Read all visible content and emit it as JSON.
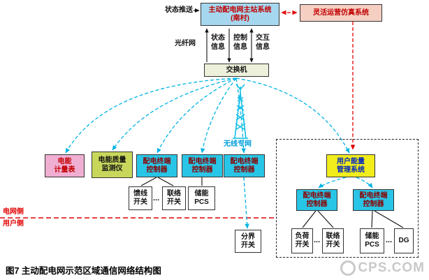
{
  "figure": {
    "caption": "图7 主动配电网示范区域通信网络结构图"
  },
  "watermark": {
    "text": "CPS.COM"
  },
  "colors": {
    "master_bg": "#a5d8ef",
    "simulation_bg": "#f6cfc3",
    "switch_bg": "#edf0da",
    "meter_bg": "#f0aed2",
    "power_quality_bg": "#c8d75c",
    "terminal_controller_bg": "#29c5e6",
    "user_energy_bg": "#f1ec1b",
    "wireless_link": "#00b4e4",
    "red_accent": "#e10000"
  },
  "labels": {
    "status_push": "状态推送",
    "fiber_network": "光纤网",
    "wireless_network": "无线专网",
    "grid_side": "电网侧",
    "user_side": "用户侧",
    "status_info_1": "状态",
    "status_info_2": "信息",
    "control_info_1": "控制",
    "control_info_2": "信息",
    "interact_info_1": "交互",
    "interact_info_2": "信息",
    "ellipsis": "..."
  },
  "nodes": {
    "master_station": {
      "line1": "主动配电网主站系统",
      "line2": "(南村)"
    },
    "simulation_system": "灵活运营仿真系统",
    "switch": "交换机",
    "energy_meter": {
      "line1": "电能",
      "line2": "计量表"
    },
    "power_quality_monitor": {
      "line1": "电能质量",
      "line2": "监测仪"
    },
    "distribution_terminal_controller": {
      "line1": "配电终端",
      "line2": "控制器"
    },
    "user_energy_mgmt": {
      "line1": "用户能量",
      "line2": "管理系统"
    },
    "feeder_switch": {
      "line1": "馈线",
      "line2": "开关"
    },
    "tie_switch": {
      "line1": "联络",
      "line2": "开关"
    },
    "storage_pcs": {
      "line1": "储能",
      "line2": "PCS"
    },
    "boundary_switch": {
      "line1": "分界",
      "line2": "开关"
    },
    "load_switch": {
      "line1": "负荷",
      "line2": "开关"
    },
    "dg": "DG"
  }
}
